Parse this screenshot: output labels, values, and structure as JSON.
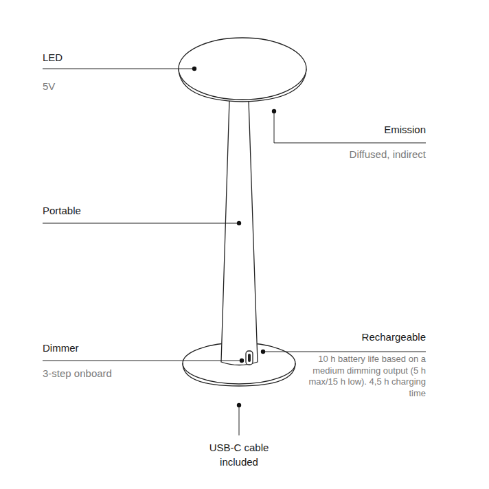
{
  "diagram": {
    "labels": [
      "LED",
      "5V",
      "Emission",
      "Diffused, indirect",
      "Portable",
      "Dimmer",
      "3-step onboard",
      "Rechargeable",
      "10 h battery life based on a medium dimming output (5 h max/15 h low). 4,5 h charging time",
      "USB-C cable included"
    ]
  }
}
